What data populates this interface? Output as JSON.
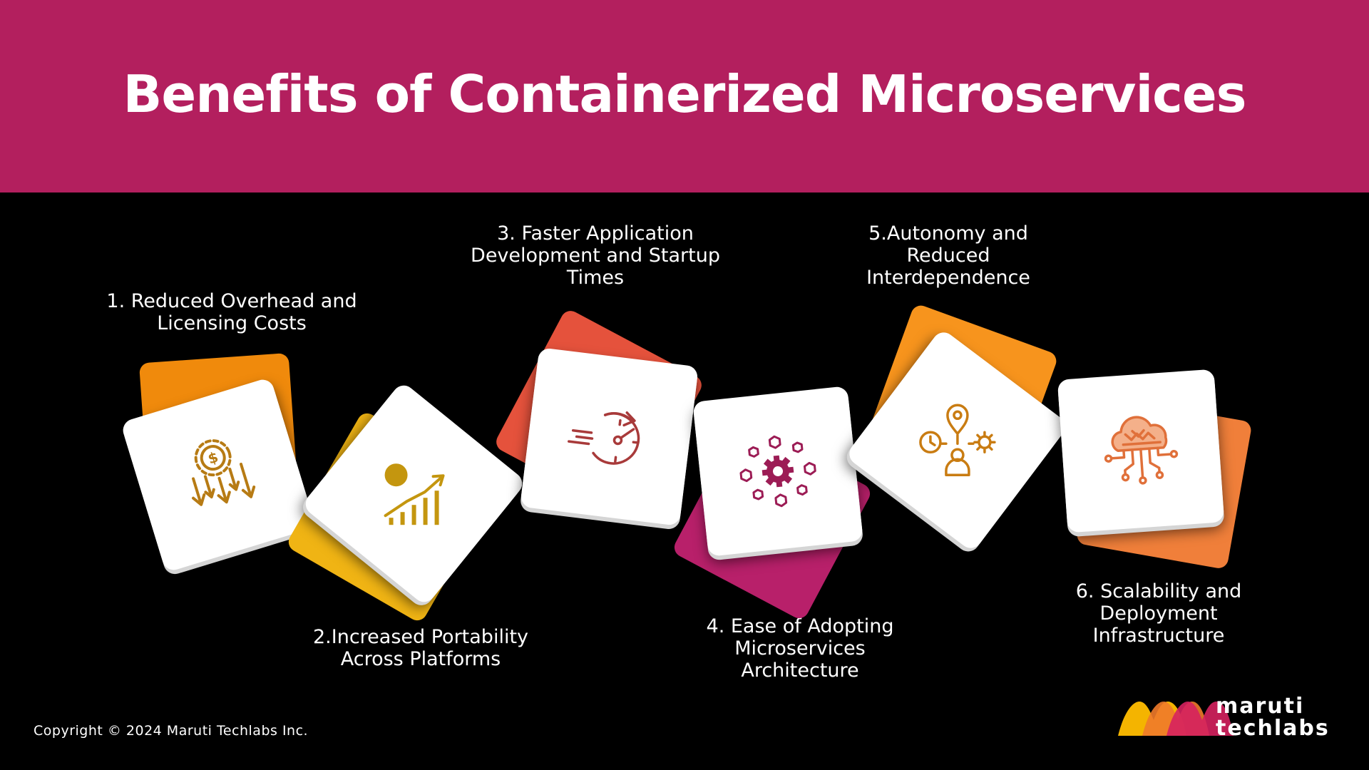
{
  "header": {
    "title": "Benefits of Containerized Microservices"
  },
  "colors": {
    "header_bg": "#b31f5e",
    "orange": "#f08a0c",
    "yellow": "#f0b414",
    "red_orange": "#e5523c",
    "magenta": "#b8206a",
    "amber": "#f7941d",
    "light_orange": "#f07f3a"
  },
  "benefits": [
    {
      "label": "1. Reduced Overhead and\nLicensing Costs",
      "icon": "cost-reduction-icon"
    },
    {
      "label": "2.Increased Portability\nAcross Platforms",
      "icon": "growth-chart-icon"
    },
    {
      "label": "3. Faster Application\nDevelopment and Startup\nTimes",
      "icon": "speedometer-icon"
    },
    {
      "label": "4. Ease of Adopting\nMicroservices\nArchitecture",
      "icon": "gear-network-icon"
    },
    {
      "label": "5.Autonomy and\nReduced\nInterdependence",
      "icon": "person-location-gear-icon"
    },
    {
      "label": "6. Scalability and\nDeployment\nInfrastructure",
      "icon": "cloud-network-icon"
    }
  ],
  "footer": {
    "copyright": "Copyright © 2024 Maruti Techlabs Inc."
  },
  "brand": {
    "line1": "maruti",
    "line2": "techlabs"
  }
}
